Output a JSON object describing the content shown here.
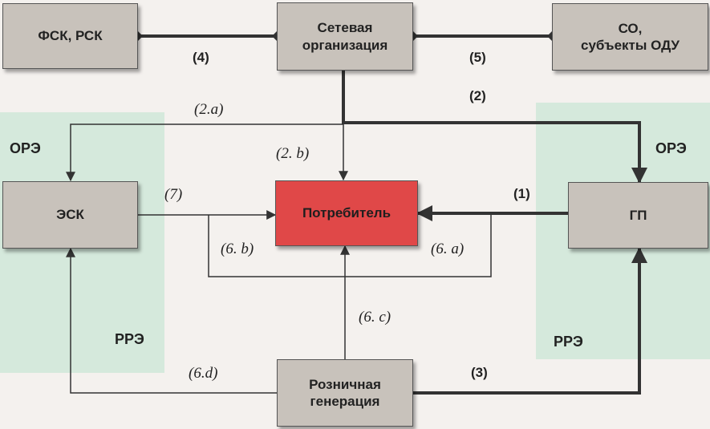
{
  "nodes": {
    "fsk": "ФСК, РСК",
    "network": "Сетевая\nорганизация",
    "so": "СО,\nсубъекты ОДУ",
    "esk": "ЭСК",
    "consumer": "Потребитель",
    "gp": "ГП",
    "retail_gen": "Розничная\nгенерация"
  },
  "links": {
    "l4": "(4)",
    "l5": "(5)",
    "l2": "(2)",
    "l2a": "(2.a)",
    "l2b": "(2. b)",
    "l1": "(1)",
    "l7": "(7)",
    "l6b": "(6. b)",
    "l6a": "(6. a)",
    "l6c": "(6. c)",
    "l6d": "(6.d)",
    "l3": "(3)"
  },
  "zones": {
    "ore_left": "ОРЭ",
    "ore_right": "ОРЭ",
    "rre_left": "РРЭ",
    "rre_right": "РРЭ"
  },
  "colors": {
    "consumer_fill": "#e04848",
    "node_fill": "#c8c2bb",
    "zone_fill": "#cfe7d8"
  }
}
